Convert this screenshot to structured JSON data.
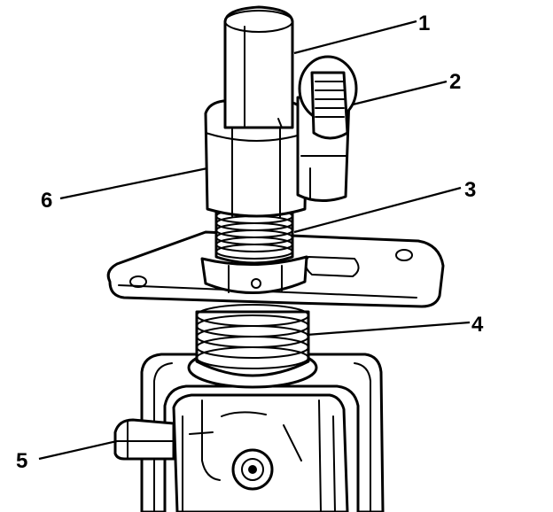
{
  "colors": {
    "ink": "#000000",
    "paper": "#ffffff"
  },
  "callouts": [
    {
      "id": "1",
      "label": "1"
    },
    {
      "id": "2",
      "label": "2"
    },
    {
      "id": "3",
      "label": "3"
    },
    {
      "id": "4",
      "label": "4"
    },
    {
      "id": "5",
      "label": "5"
    },
    {
      "id": "6",
      "label": "6"
    }
  ]
}
